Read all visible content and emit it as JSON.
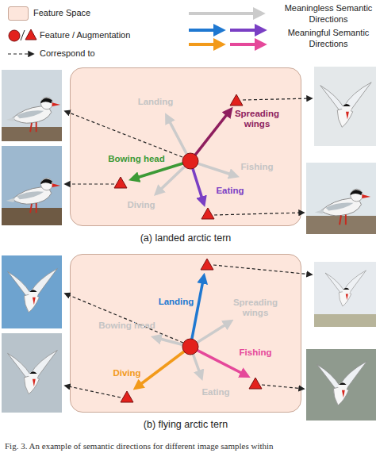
{
  "diagram": {
    "caption": "Fig. 3.  An example of semantic directions for different image samples within",
    "nodes": [
      {
        "text": [
          "(a) landed arctic tern"
        ]
      },
      {
        "text": [
          "(b) flying arctic tern"
        ]
      }
    ],
    "labels": [
      "Landing",
      "Spreading wings",
      "Bowing head",
      "Fishing",
      "Diving",
      "Eating",
      "Landing",
      "Bowing head",
      "Spreading wings",
      "Fishing",
      "Diving",
      "Eating"
    ],
    "legend": [
      {
        "text": "Feature Space",
        "color": "#fde6dc"
      },
      {
        "text": "Meaningless Semantic Directions"
      },
      {
        "text": "Feature / Augmentation"
      },
      {
        "text": "Meaningful Semantic Directions"
      },
      {
        "text": "Correspond to"
      }
    ]
  }
}
